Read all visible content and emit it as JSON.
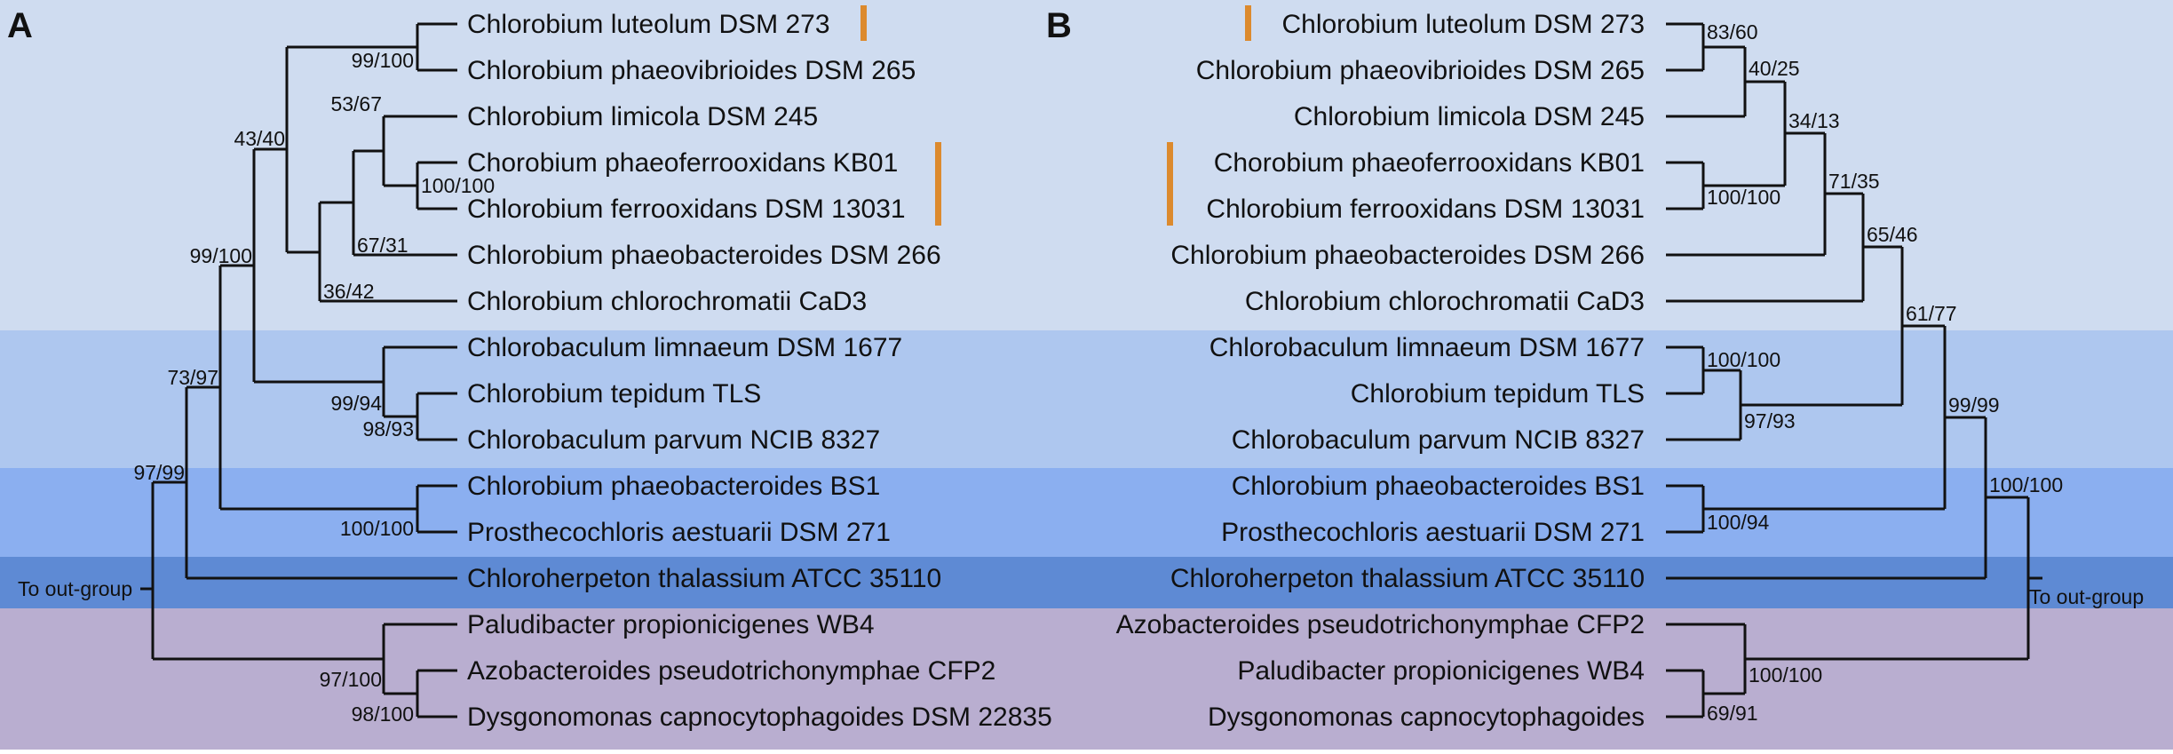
{
  "colors": {
    "band_chlorobium": "#cfdcf0",
    "band_chlorobaculum": "#aec7ef",
    "band_prosthecochloris": "#8baff0",
    "band_chloroherpeton": "#5e8ad4",
    "band_outgroup": "#b9aed0",
    "marker": "#dc8a2e",
    "line": "#111111"
  },
  "panel_a": {
    "label": "A",
    "outgroup_label": "To out-group",
    "taxa": [
      "Chlorobium luteolum DSM 273",
      "Chlorobium phaeovibrioides DSM 265",
      "Chlorobium limicola DSM 245",
      "Chorobium phaeoferrooxidans KB01",
      "Chlorobium ferrooxidans DSM 13031",
      "Chlorobium phaeobacteroides DSM 266",
      "Chlorobium chlorochromatii CaD3",
      "Chlorobaculum limnaeum DSM 1677",
      "Chlorobium tepidum TLS",
      "Chlorobaculum parvum NCIB 8327",
      "Chlorobium phaeobacteroides BS1",
      "Prosthecochloris aestuarii DSM 271",
      "Chloroherpeton thalassium ATCC 35110",
      "Paludibacter propionicigenes WB4",
      "Azobacteroides pseudotrichonymphae CFP2",
      "Dysgonomonas capnocytophagoides DSM 22835"
    ],
    "support": [
      "99/100",
      "100/100",
      "53/67",
      "67/31",
      "36/42",
      "43/40",
      "98/93",
      "99/94",
      "99/100",
      "100/100",
      "73/97",
      "98/100",
      "97/100",
      "97/99"
    ]
  },
  "panel_b": {
    "label": "B",
    "outgroup_label": "To out-group",
    "taxa": [
      "Chlorobium luteolum DSM 273",
      "Chlorobium phaeovibrioides DSM 265",
      "Chlorobium limicola DSM 245",
      "Chorobium phaeoferrooxidans KB01",
      "Chlorobium ferrooxidans DSM 13031",
      "Chlorobium phaeobacteroides DSM 266",
      "Chlorobium chlorochromatii CaD3",
      "Chlorobaculum limnaeum DSM 1677",
      "Chlorobium tepidum TLS",
      "Chlorobaculum parvum NCIB 8327",
      "Chlorobium phaeobacteroides BS1",
      "Prosthecochloris aestuarii DSM 271",
      "Chloroherpeton thalassium ATCC 35110",
      "Azobacteroides pseudotrichonymphae CFP2",
      "Paludibacter propionicigenes WB4",
      "Dysgonomonas capnocytophagoides"
    ],
    "support": [
      "83/60",
      "40/25",
      "100/100",
      "34/13",
      "71/35",
      "65/46",
      "100/100",
      "97/93",
      "61/77",
      "100/94",
      "99/99",
      "69/91",
      "100/100",
      "100/100"
    ]
  }
}
